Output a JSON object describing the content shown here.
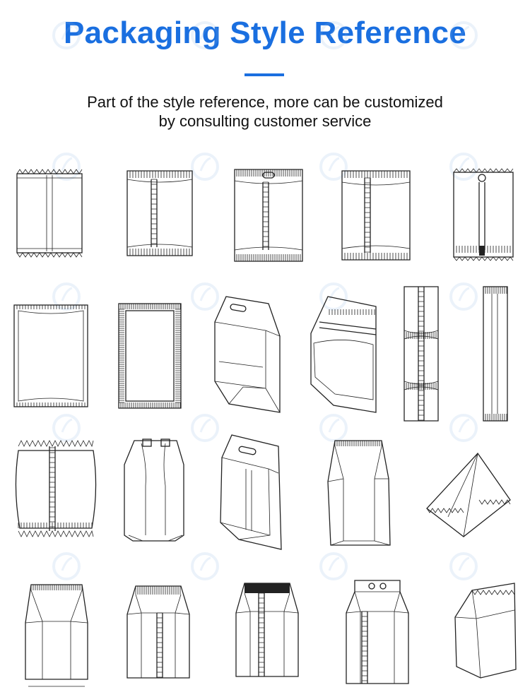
{
  "header": {
    "title": "Packaging Style Reference",
    "subtitle_line1": "Part of the style reference, more can be customized",
    "subtitle_line2": "by consulting customer service"
  },
  "colors": {
    "accent": "#1a6fe0",
    "line": "#222222",
    "watermark": "#8ab4e6"
  },
  "styles": [
    {
      "icon": "three-side-seal-pouch-icon"
    },
    {
      "icon": "back-seal-pillow-pouch-icon"
    },
    {
      "icon": "back-seal-pouch-with-hang-hole-icon"
    },
    {
      "icon": "back-seal-sachet-icon"
    },
    {
      "icon": "back-seal-pouch-with-euro-hole-icon"
    },
    {
      "icon": "flat-pouch-icon"
    },
    {
      "icon": "four-side-seal-pouch-icon"
    },
    {
      "icon": "flat-bottom-pouch-with-hang-hole-icon"
    },
    {
      "icon": "stand-up-zipper-pouch-icon"
    },
    {
      "icon": "stick-pack-strip-icon"
    },
    {
      "icon": "slim-stick-pack-icon"
    },
    {
      "icon": "gusset-pillow-bag-icon"
    },
    {
      "icon": "quad-seal-bag-icon"
    },
    {
      "icon": "flat-bottom-bag-with-handle-hole-icon"
    },
    {
      "icon": "side-gusset-bag-icon"
    },
    {
      "icon": "pyramid-tea-bag-icon"
    },
    {
      "icon": "block-bottom-bag-icon"
    },
    {
      "icon": "flat-bottom-bag-icon"
    },
    {
      "icon": "flat-bottom-bag-black-top-icon"
    },
    {
      "icon": "flat-bottom-bag-with-valve-icon"
    },
    {
      "icon": "gusset-bag-serrated-top-icon"
    }
  ]
}
